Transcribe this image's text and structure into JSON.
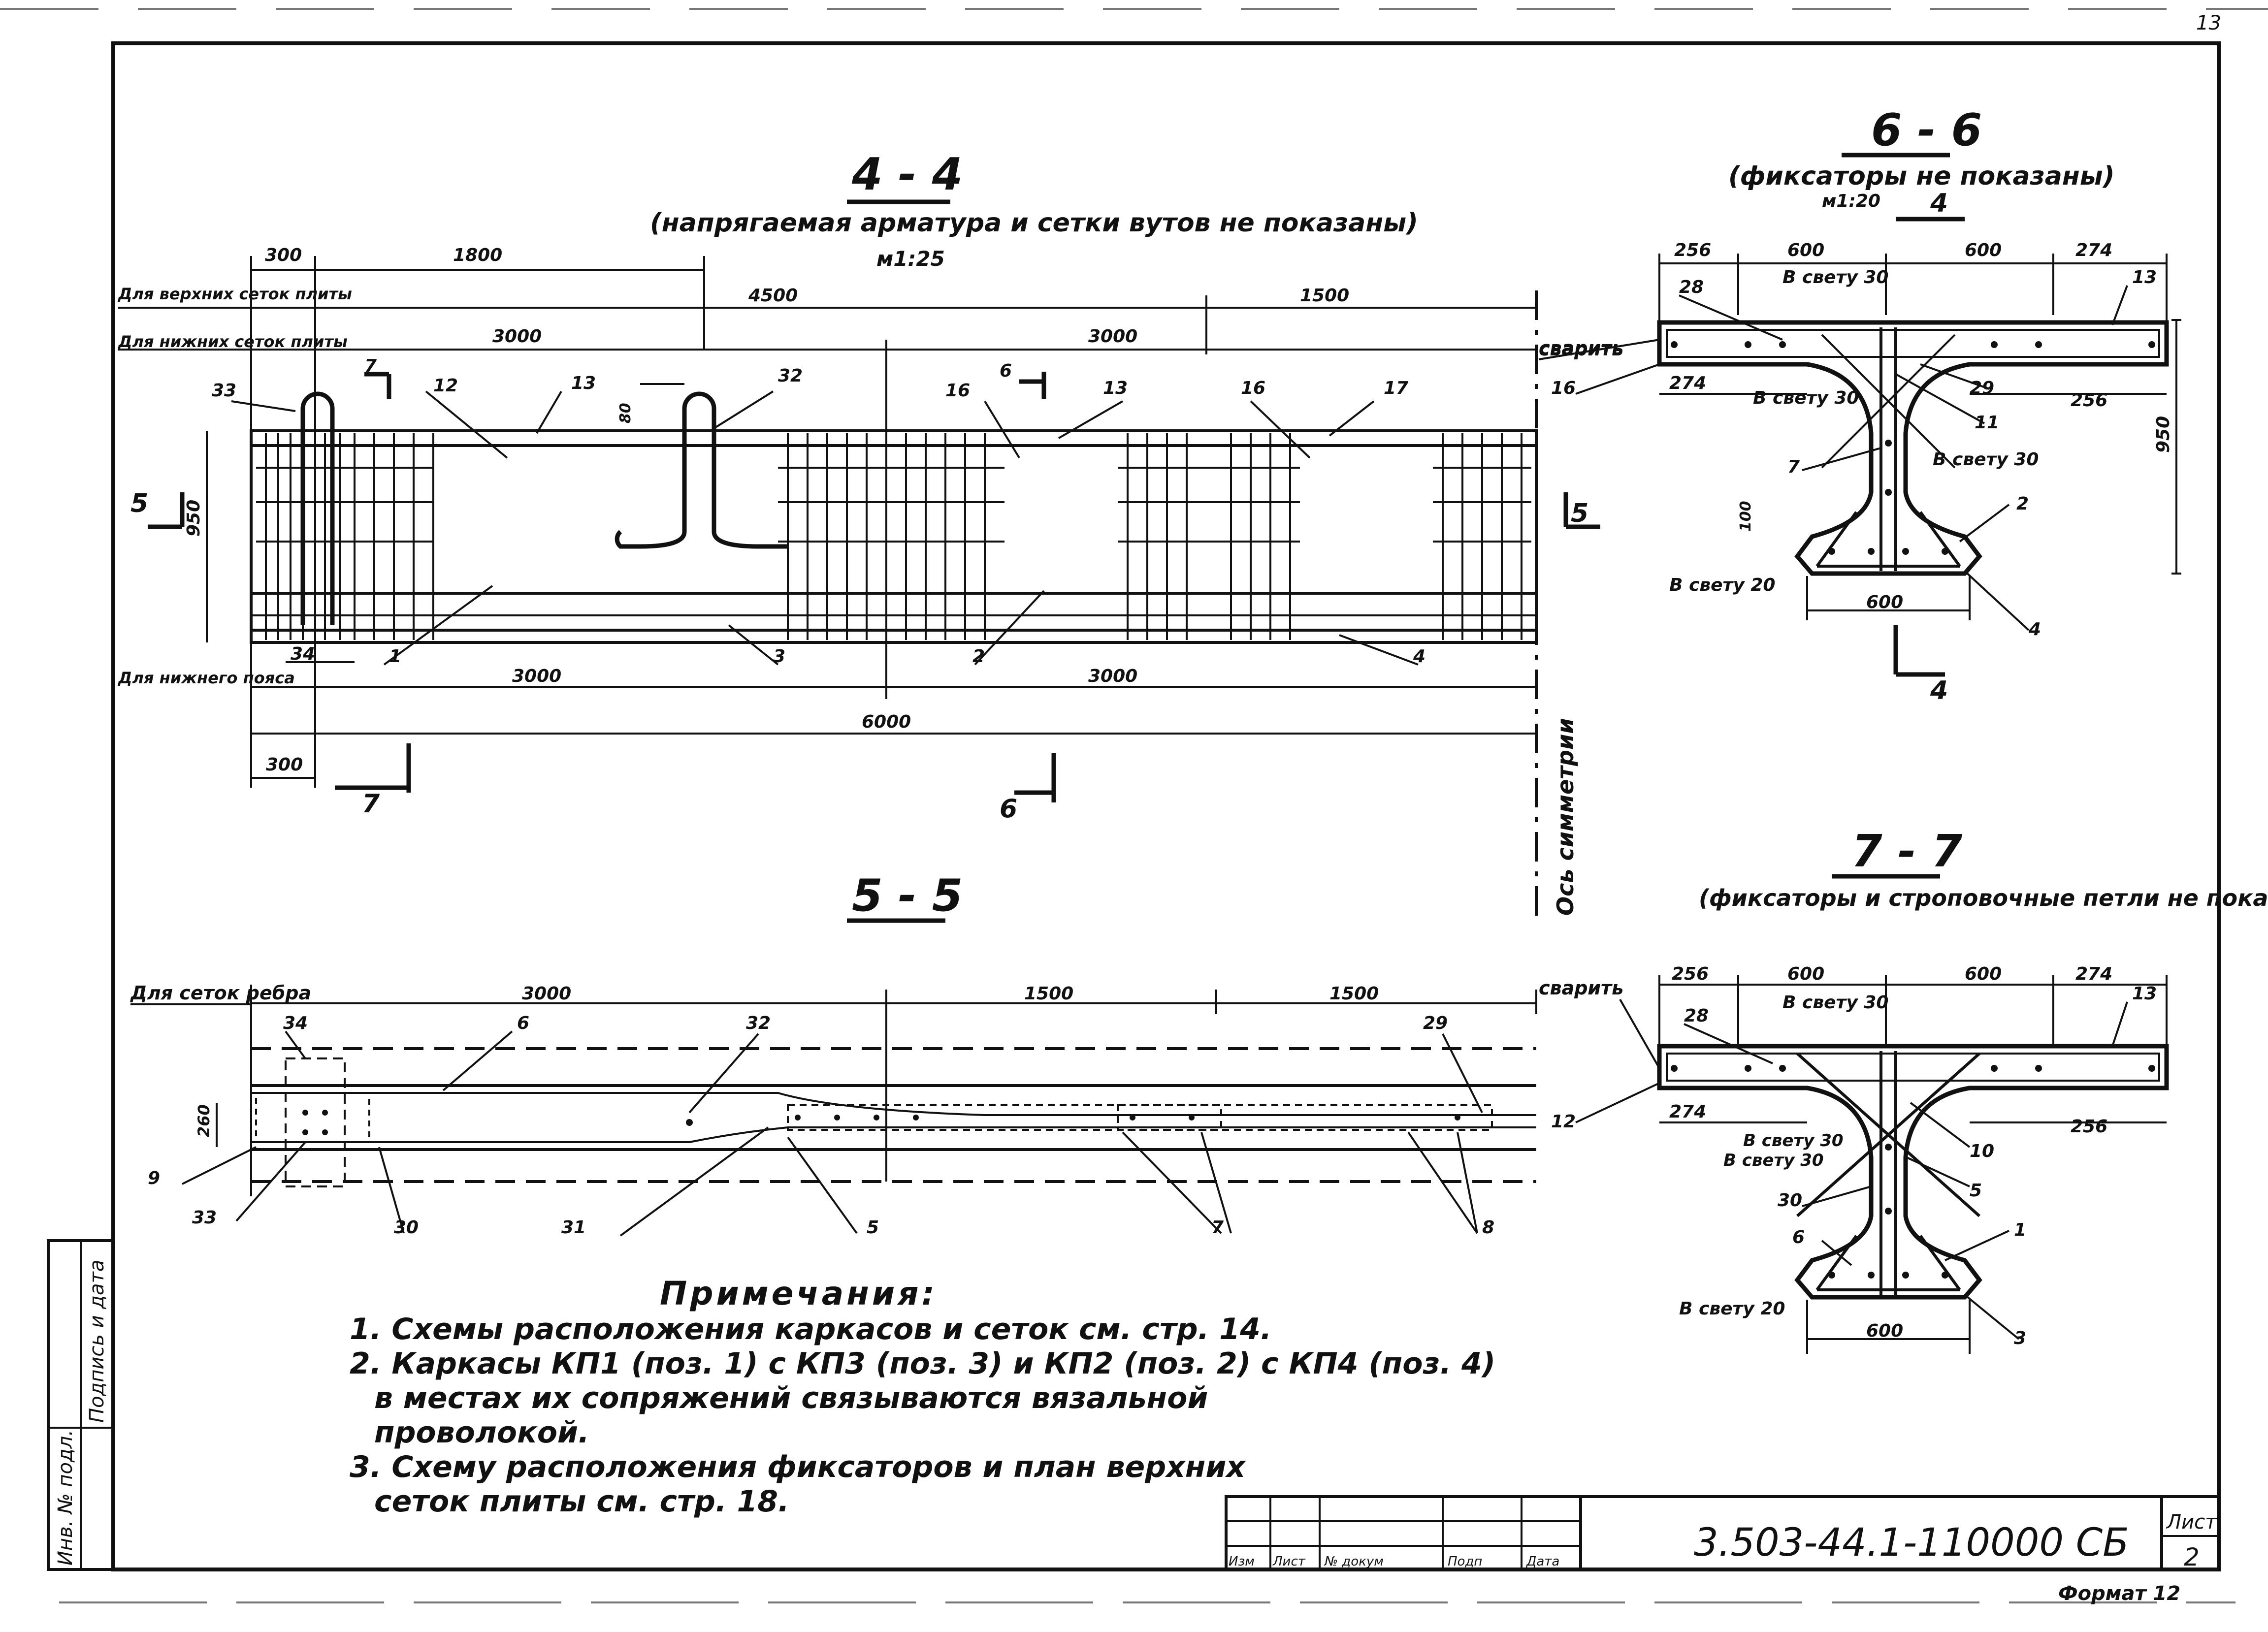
{
  "page_number": "13",
  "section_4_4": {
    "title": "4 - 4",
    "subtitle": "(напрягаемая арматура и сетки вутов не показаны)",
    "scale": "м1:25",
    "dims_top": [
      "300",
      "1800",
      "4500",
      "1500"
    ],
    "dims_mid": [
      "3000",
      "3000"
    ],
    "dims_bottom": [
      "3000",
      "3000",
      "6000",
      "300"
    ],
    "left_labels": [
      "Для верхних сеток плиты",
      "Для нижних сеток плиты",
      "Для нижнего пояса"
    ],
    "height": "950",
    "loop_dim": "80",
    "weld": "сварить",
    "symmetry_axis": "Ось симметрии",
    "cut_marks": [
      "7",
      "6",
      "5",
      "5",
      "7",
      "6"
    ],
    "pos_top": [
      "33",
      "12",
      "13",
      "32",
      "16",
      "13",
      "16",
      "17"
    ],
    "pos_bottom": [
      "34",
      "1",
      "3",
      "2",
      "4"
    ]
  },
  "section_5_5": {
    "title": "5 - 5",
    "left_label": "Для сеток ребра",
    "dims": [
      "3000",
      "1500",
      "1500"
    ],
    "height": "260",
    "weld": "сварить",
    "pos_top": [
      "34",
      "6",
      "32",
      "29"
    ],
    "pos_bottom": [
      "9",
      "33",
      "30",
      "31",
      "5",
      "7",
      "8"
    ]
  },
  "section_6_6": {
    "title": "6 - 6",
    "subtitle": "(фиксаторы не показаны)",
    "scale": "м1:20",
    "cut": "4",
    "dims_top": [
      "256",
      "600",
      "600",
      "274"
    ],
    "dims_flange": [
      "274",
      "256"
    ],
    "bottom_width": "600",
    "height": "950",
    "small_dim": "100",
    "clear_labels": [
      "В свету 30",
      "В свету 30",
      "В свету 30",
      "В свету 20"
    ],
    "weld": "сварить",
    "positions": [
      "28",
      "13",
      "16",
      "29",
      "11",
      "7",
      "2",
      "4"
    ]
  },
  "section_7_7": {
    "title": "7 - 7",
    "subtitle": "(фиксаторы и строповочные петли не показаны)",
    "dims_top": [
      "256",
      "600",
      "600",
      "274"
    ],
    "dims_flange": [
      "274",
      "256"
    ],
    "bottom_width": "600",
    "clear_labels": [
      "В свету 30",
      "В свету 30",
      "В свету 30",
      "В свету 20"
    ],
    "weld": "сварить",
    "positions": [
      "28",
      "13",
      "12",
      "10",
      "5",
      "30",
      "1",
      "6",
      "3"
    ]
  },
  "notes": {
    "heading": "Примечания:",
    "items": [
      "1. Схемы расположения каркасов и сеток см. стр. 14.",
      "2. Каркасы КП1 (поз. 1) с КП3 (поз. 3) и КП2 (поз. 2) с КП4 (поз. 4)",
      "в местах их сопряжений связываются вязальной",
      "проволокой.",
      "3. Схему расположения фиксаторов и план верхних",
      "сеток плиты см. стр. 18."
    ]
  },
  "side_stamp": [
    "Инв. № подл.",
    "Подпись и дата"
  ],
  "title_block": {
    "code": "3.503-44.1-110000 СБ",
    "sheet_label": "Лист",
    "sheet_number": "2",
    "columns": [
      "Изм",
      "Лист",
      "№ докум",
      "Подп",
      "Дата"
    ],
    "format": "Формат 12"
  }
}
